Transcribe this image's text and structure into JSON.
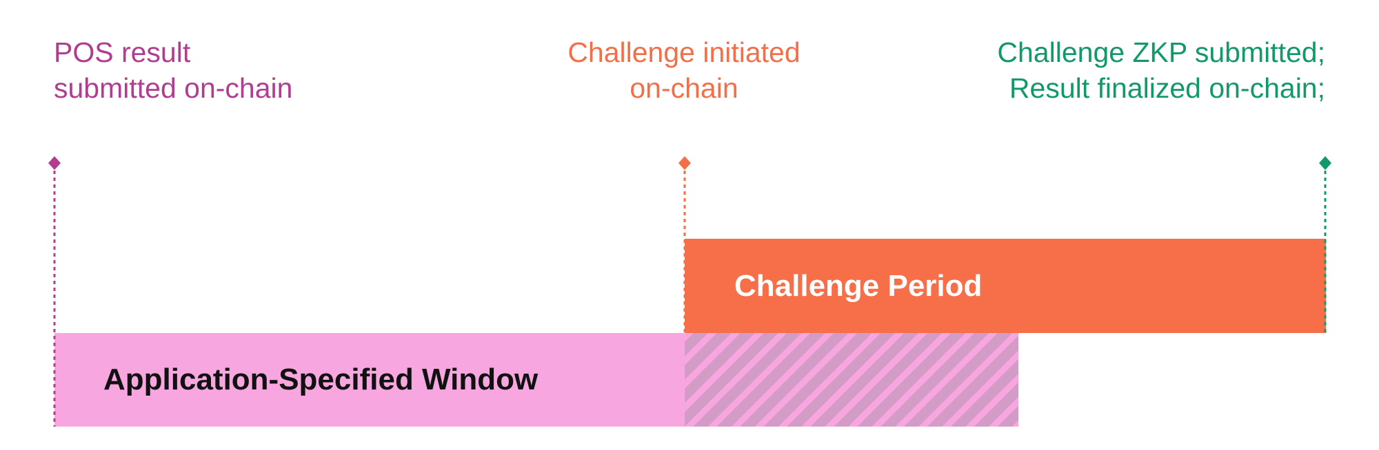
{
  "milestones": {
    "pos_result": {
      "line1": "POS result",
      "line2": "submitted on-chain",
      "color": "#B23C8E"
    },
    "challenge_initiated": {
      "line1": "Challenge initiated",
      "line2": "on-chain",
      "color": "#F46E48"
    },
    "result_finalized": {
      "line1": "Challenge ZKP submitted;",
      "line2": "Result finalized on-chain;",
      "color": "#12996A"
    }
  },
  "periods": {
    "application_window": {
      "label": "Application-Specified Window",
      "color": "#F7A6E0"
    },
    "challenge_period": {
      "label": "Challenge Period",
      "color": "#F76F48"
    },
    "overlap": {
      "pattern": "diagonal-hatch",
      "stripe_color": "#D29CC7"
    }
  }
}
